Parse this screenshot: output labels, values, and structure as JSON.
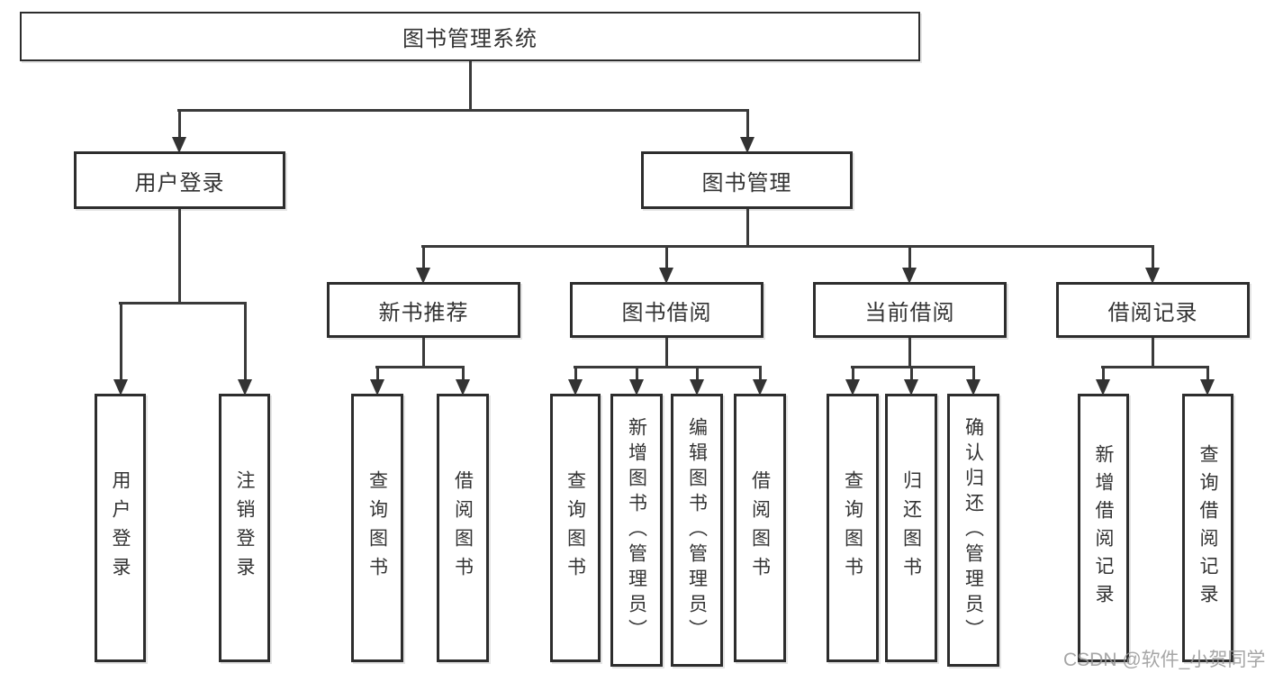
{
  "nodes": {
    "root": "图书管理系统",
    "user_login": "用户登录",
    "book_management": "图书管理",
    "new_book_recommend": "新书推荐",
    "book_borrow": "图书借阅",
    "current_borrow": "当前借阅",
    "borrow_record": "借阅记录",
    "leaf_user_login": "用户登录",
    "leaf_logout": "注销登录",
    "leaf_recommend_query_book": "查询图书",
    "leaf_recommend_borrow_book": "借阅图书",
    "leaf_borrow_query_book": "查询图书",
    "leaf_borrow_add_book": "新增图书（管理员）",
    "leaf_borrow_edit_book": "编辑图书（管理员）",
    "leaf_borrow_borrow_book": "借阅图书",
    "leaf_current_query_book": "查询图书",
    "leaf_current_return_book": "归还图书",
    "leaf_current_confirm_return": "确认归还（管理员）",
    "leaf_record_add": "新增借阅记录",
    "leaf_record_query": "查询借阅记录"
  },
  "watermark": {
    "text": "CSDN @软件_小贺同学"
  },
  "colors": {
    "line": "#3a3a3a",
    "box_border": "#2d2d2d",
    "text": "#333333",
    "watermark": "#a6a6a6",
    "background": "#ffffff"
  }
}
